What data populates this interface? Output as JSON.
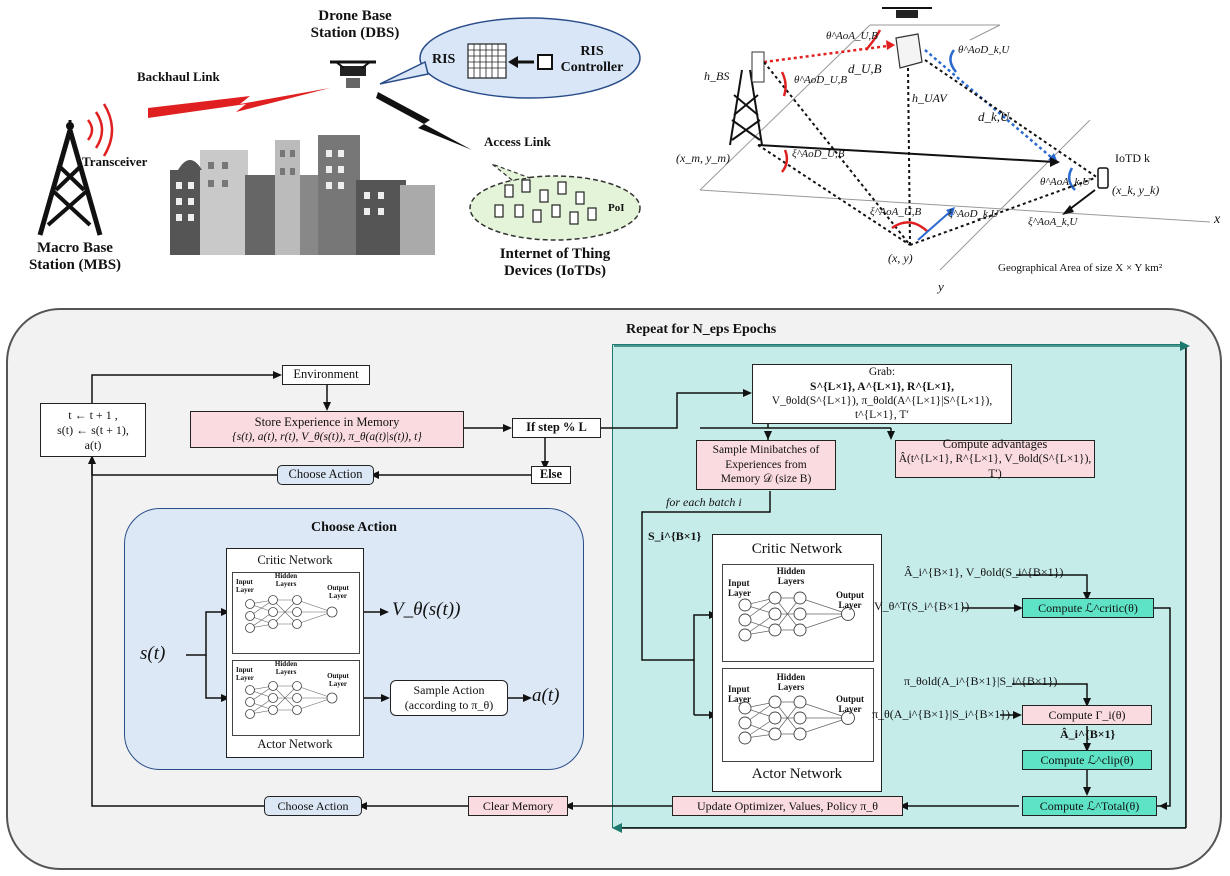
{
  "top_left": {
    "dbs_label": "Drone Base\nStation (DBS)",
    "backhaul_label": "Backhaul Link",
    "ris_label": "RIS",
    "ris_controller_label": "RIS\nController",
    "transceiver_label": "Transceiver",
    "mbs_label": "Macro Base\nStation (MBS)",
    "access_link_label": "Access Link",
    "poi_label": "PoI",
    "iotd_label": "Internet of Thing\nDevices (IoTDs)"
  },
  "top_right": {
    "theta_aoa_ub": "θ^AoA_U,B",
    "theta_aod_ub": "θ^AoD_U,B",
    "d_ub": "d_U,B",
    "theta_aod_ku": "θ^AoD_k,U",
    "h_bs": "h_BS",
    "h_uav": "h_UAV",
    "d_ku": "d_k,U",
    "xm_ym": "(x_m, y_m)",
    "xi_aod_ub": "ξ^AoD_U,B",
    "iotd_k": "IoTD k",
    "theta_aoa_ku": "θ^AoA_k,U",
    "xk_yk": "(x_k, y_k)",
    "xi_aoa_ub": "ξ^AoA_U,B",
    "xi_aod_ku": "ξ^AoD_k,U",
    "xi_aoa_ku": "ξ^AoA_k,U",
    "x_axis": "x",
    "y_axis": "y",
    "xy": "(x, y)",
    "area_label": "Geographical Area of size X × Y km²"
  },
  "flow": {
    "repeat_title": "Repeat for N_eps Epochs",
    "environment": "Environment",
    "update_t": "t ← t + 1 ,\ns(t) ← s(t + 1),\na(t)",
    "store_title": "Store Experience in Memory",
    "store_formula": "{s(t), a(t), r(t), V_θ(s(t)), π_θ(a(t)|s(t)), t}",
    "if_step": "If step % L",
    "else": "Else",
    "choose_action_top": "Choose Action",
    "grab_title": "Grab:",
    "grab_line1": "S^{L×1}, A^{L×1}, R^{L×1},",
    "grab_line2": "V_θold(S^{L×1}), π_θold(A^{L×1}|S^{L×1}), t^{L×1}, T′",
    "sample_minibatches": "Sample Minibatches of\nExperiences from\nMemory 𝒟 (size B)",
    "compute_advantages": "Compute advantages",
    "advantages_formula": "Â(t^{L×1}, R^{L×1}, V_θold(S^{L×1}), T′)",
    "for_each_batch": "for each batch i",
    "s_i": "S_i^{B×1}",
    "choose_action_panel_title": "Choose Action",
    "critic_network": "Critic Network",
    "actor_network": "Actor Network",
    "input_layer": "Input\nLayer",
    "hidden_layers": "Hidden\nLayers",
    "output_layer": "Output\nLayer",
    "v_theta_s": "V_θ(s(t))",
    "s_t": "s(t)",
    "sample_action": "Sample Action\n(according to π_θ)",
    "a_t": "a(t)",
    "a_hat_v_old": "Â_i^{B×1}, V_θold(S_i^{B×1})",
    "v_theta_T": "V_θ^T(S_i^{B×1})",
    "compute_critic": "Compute ℒ^critic(θ)",
    "pi_old": "π_θold(A_i^{B×1}|S_i^{B×1})",
    "pi_theta": "π_θ(A_i^{B×1}|S_i^{B×1})",
    "compute_gamma": "Compute Γ_i(θ)",
    "a_hat_i": "Â_i^{B×1}",
    "compute_clip": "Compute ℒ^clip(θ)",
    "compute_total": "Compute ℒ^Total(θ)",
    "update_optimizer": "Update Optimizer, Values, Policy π_θ",
    "clear_memory": "Clear Memory",
    "choose_action_bottom": "Choose Action"
  },
  "colors": {
    "pink": "#fadbe0",
    "blue_box": "#dbe7f4",
    "teal_panel": "#c6ecea",
    "teal_box": "#5fe3c6",
    "choose_panel": "#dce8f5",
    "outer_panel": "#f2f2f2",
    "red_link": "#e02020",
    "ris_bubble": "#d8e6f8",
    "iot_bubble": "#e4f4d8"
  }
}
